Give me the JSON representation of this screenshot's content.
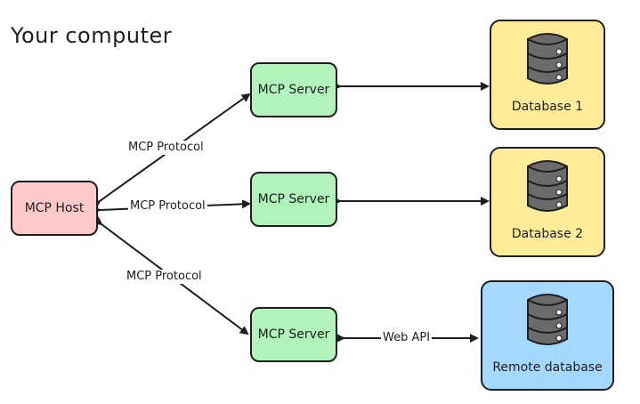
{
  "title": "Your computer",
  "host": {
    "label": "MCP Host"
  },
  "servers": [
    {
      "label": "MCP Server"
    },
    {
      "label": "MCP Server"
    },
    {
      "label": "MCP Server"
    }
  ],
  "databases": [
    {
      "label": "Database 1",
      "color": "#ffec99"
    },
    {
      "label": "Database 2",
      "color": "#ffec99"
    },
    {
      "label": "Remote database",
      "color": "#a5d8ff"
    }
  ],
  "edges": {
    "protocol_top": "MCP Protocol",
    "protocol_mid": "MCP Protocol",
    "protocol_bottom": "MCP Protocol",
    "web_api": "Web API"
  },
  "colors": {
    "host": "#ffc9c9",
    "server": "#b2f2bb",
    "stroke": "#1e1e1e",
    "db_icon": "#6b6b6b"
  },
  "icons": [
    "database-icon"
  ]
}
